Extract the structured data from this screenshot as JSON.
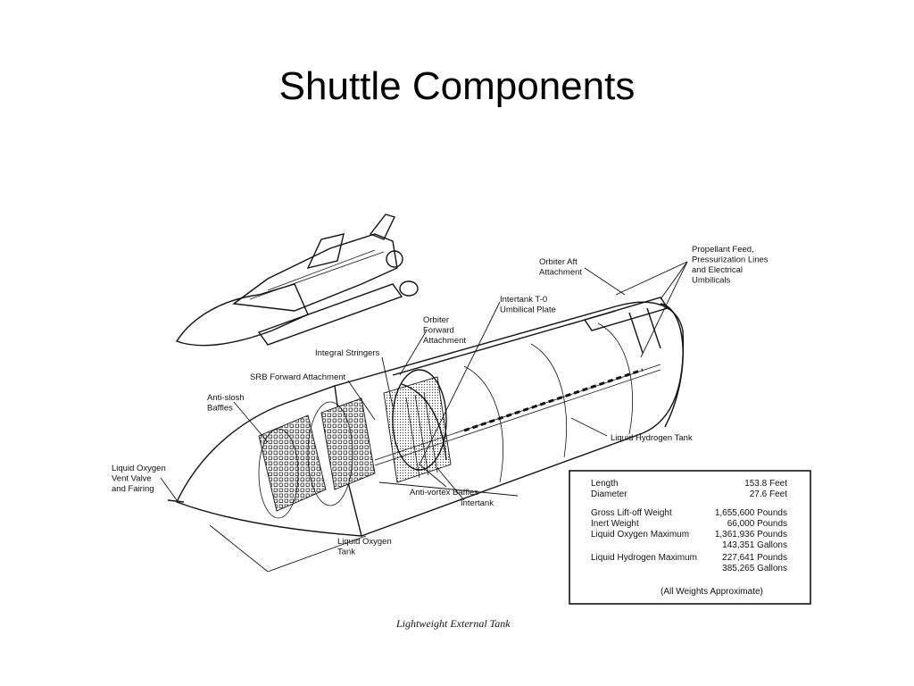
{
  "slide": {
    "title": "Shuttle Components"
  },
  "diagram": {
    "labels": {
      "propellant_feed": [
        "Propellant Feed,",
        "Pressurization Lines",
        "and Electrical",
        "Umbilicals"
      ],
      "orbiter_aft_attachment": [
        "Orbiter Aft",
        "Attachment"
      ],
      "intertank_umbilical": [
        "Intertank T-0",
        "Umbilical Plate"
      ],
      "orbiter_forward_attachment": [
        "Orbiter",
        "Forward",
        "Attachment"
      ],
      "integral_stringers": [
        "Integral Stringers"
      ],
      "srb_forward_attachment": [
        "SRB Forward Attachment"
      ],
      "anti_slosh_baffles": [
        "Anti-slosh",
        "Baffles"
      ],
      "lox_vent_valve": [
        "Liquid Oxygen",
        "Vent Valve",
        "and Fairing"
      ],
      "liquid_hydrogen_tank": [
        "Liquid Hydrogen Tank"
      ],
      "anti_vortex_baffles": [
        "Anti-vortex Baffles"
      ],
      "intertank": [
        "Intertank"
      ],
      "liquid_oxygen_tank": [
        "Liquid Oxygen",
        "Tank"
      ]
    },
    "specs": [
      {
        "name": "Length",
        "value": "153.8 Feet"
      },
      {
        "name": "Diameter",
        "value": "27.6 Feet"
      },
      {
        "name": "Gross Lift-off Weight",
        "value": "1,655,600 Pounds"
      },
      {
        "name": "Inert Weight",
        "value": "66,000 Pounds"
      },
      {
        "name": "Liquid Oxygen Maximum",
        "value": "1,361,936 Pounds"
      },
      {
        "name": "",
        "value": "143,351 Gallons"
      },
      {
        "name": "Liquid Hydrogen Maximum",
        "value": "227,641 Pounds"
      },
      {
        "name": "",
        "value": "385,265 Gallons"
      }
    ],
    "specs_note": "(All Weights Approximate)",
    "caption": "Lightweight External Tank"
  }
}
